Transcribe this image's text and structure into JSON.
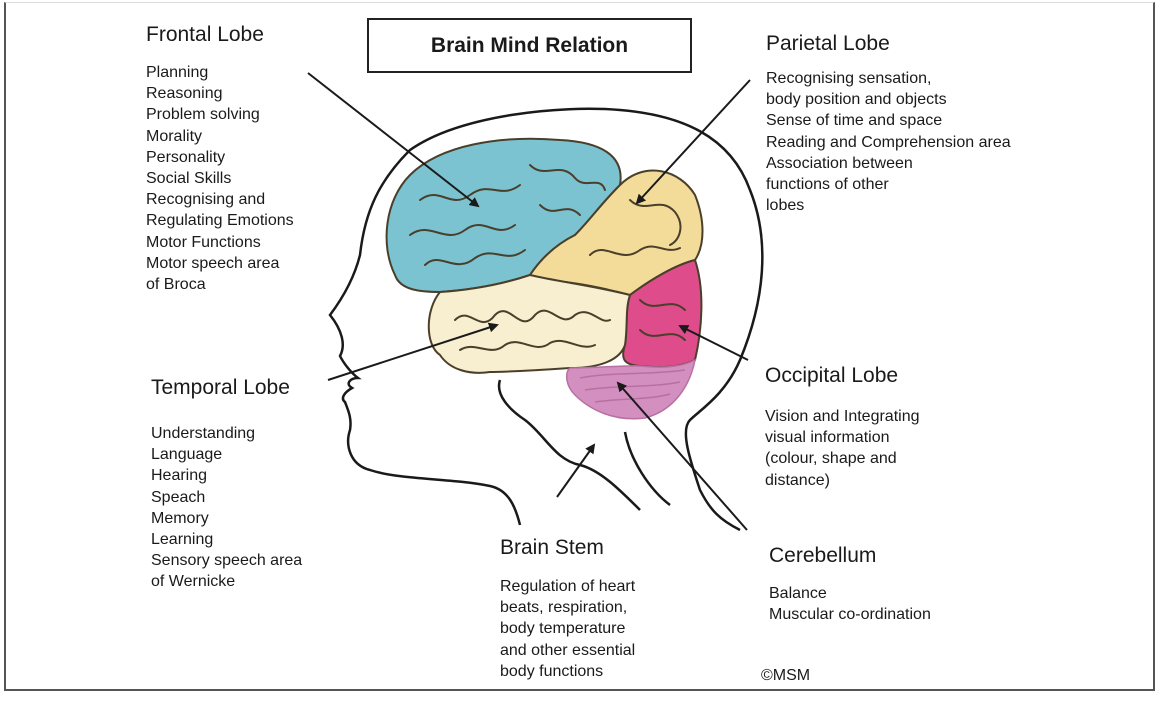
{
  "title": "Brain Mind Relation",
  "colors": {
    "frontal": "#7cc3d2",
    "parietal": "#f3dc9a",
    "temporal": "#f7efcf",
    "occipital": "#de4c8c",
    "cerebellum": "#d28fc0",
    "outline": "#1a1a1a",
    "sulci": "#4a3f2a"
  },
  "regions": {
    "frontal": {
      "name": "Frontal Lobe",
      "functions": [
        "Planning",
        "Reasoning",
        "Problem solving",
        "Morality",
        "Personality",
        "Social Skills",
        "Recognising and",
        "Regulating Emotions",
        "Motor Functions",
        "Motor speech area",
        "of Broca"
      ]
    },
    "parietal": {
      "name": "Parietal Lobe",
      "functions": [
        "Recognising sensation,",
        "body position and objects",
        "Sense of time and space",
        "Reading and Comprehension area",
        "Association between",
        "functions of other",
        "lobes"
      ]
    },
    "temporal": {
      "name": "Temporal Lobe",
      "functions": [
        "Understanding",
        "Language",
        "Hearing",
        "Speach",
        "Memory",
        "Learning",
        "Sensory speech area",
        "of Wernicke"
      ]
    },
    "occipital": {
      "name": "Occipital Lobe",
      "functions": [
        "Vision and Integrating",
        "visual information",
        "(colour, shape and",
        "distance)"
      ]
    },
    "brain_stem": {
      "name": "Brain Stem",
      "functions": [
        "Regulation of heart",
        "beats, respiration,",
        "body temperature",
        "and other essential",
        "body functions"
      ]
    },
    "cerebellum": {
      "name": "Cerebellum",
      "functions": [
        "Balance",
        "Muscular co-ordination"
      ]
    }
  },
  "copyright": "©MSM"
}
